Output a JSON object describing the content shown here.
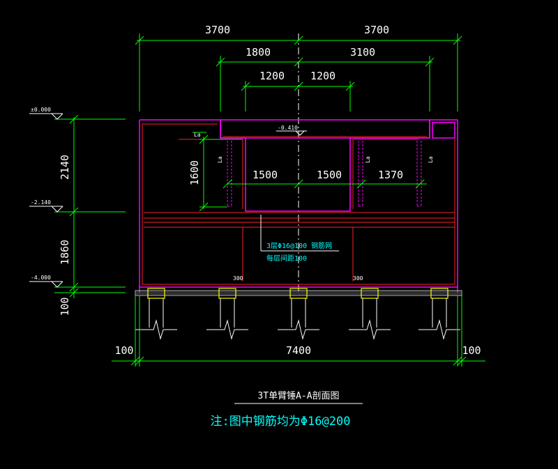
{
  "dimensions": {
    "top_left": "3700",
    "top_right": "3700",
    "mid_left": "1800",
    "mid_right": "3100",
    "inner_left": "1200",
    "inner_right": "1200",
    "left_upper": "2140",
    "left_lower": "1860",
    "left_bottom": "100",
    "pit_height": "1600",
    "pit_left": "1500",
    "pit_right": "1500",
    "right_span": "1370",
    "bottom_total": "7400",
    "bottom_left_margin": "100",
    "bottom_right_margin": "100",
    "pit_top_elev": "-0.410",
    "rebar_spacing_label": "300",
    "lap_label": "La"
  },
  "elevations": {
    "top": "±0.000",
    "mid": "-2.140",
    "bottom": "-4.000"
  },
  "annotation": {
    "line1": "3层Φ16@100 钢筋网",
    "line2": "每层间距100"
  },
  "title": "3T单臂锤A-A剖面图",
  "note": "注:图中钢筋均为Φ16@200",
  "colors": {
    "background": "#000000",
    "dimension": "#00ff00",
    "outline": "#ff00ff",
    "rebar": "#ff2020",
    "text": "#ffffff",
    "note": "#00ffff",
    "pile": "#ffff00",
    "centerline": "#ffffff"
  }
}
